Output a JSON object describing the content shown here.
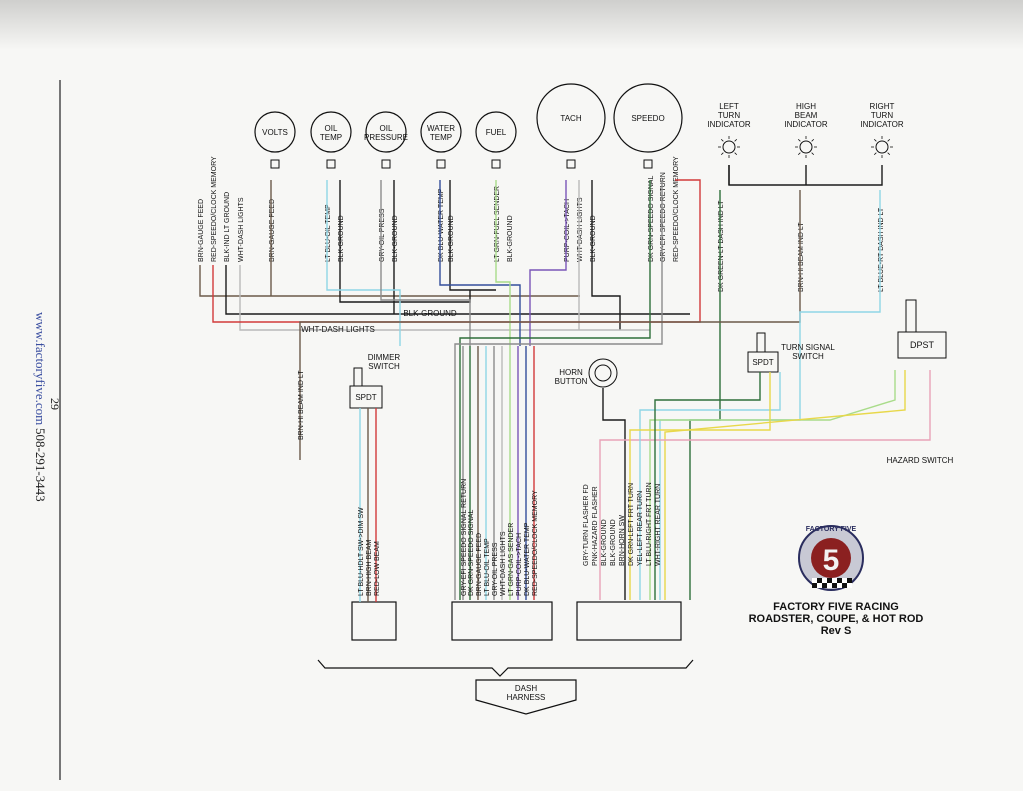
{
  "page": {
    "number": "29",
    "website": "www.factoryfive.com",
    "phone": "508-291-3443"
  },
  "gauges": [
    {
      "id": "volts",
      "label": [
        "VOLTS"
      ]
    },
    {
      "id": "oil-temp",
      "label": [
        "OIL",
        "TEMP"
      ]
    },
    {
      "id": "oil-pressure",
      "label": [
        "OIL",
        "PRESSURE"
      ]
    },
    {
      "id": "water-temp",
      "label": [
        "WATER",
        "TEMP"
      ]
    },
    {
      "id": "fuel",
      "label": [
        "FUEL"
      ]
    },
    {
      "id": "tach",
      "label": [
        "TACH"
      ]
    },
    {
      "id": "speedo",
      "label": [
        "SPEEDO"
      ]
    }
  ],
  "indicators": [
    {
      "id": "left-turn",
      "label": [
        "LEFT",
        "TURN",
        "INDICATOR"
      ]
    },
    {
      "id": "high-beam",
      "label": [
        "HIGH",
        "BEAM",
        "INDICATOR"
      ]
    },
    {
      "id": "right-turn",
      "label": [
        "RIGHT",
        "TURN",
        "INDICATOR"
      ]
    }
  ],
  "top_wires": [
    "BRN-GAUGE FEED",
    "RED-SPEEDO/CLOCK MEMORY",
    "BLK-IND LT GROUND",
    "WHT-DASH LIGHTS",
    "BRN-GAUGE FEED",
    "LT BLU-OIL TEMP",
    "BLK-GROUND",
    "GRY-OIL PRESS",
    "BLK-GROUND",
    "DK BLU-WATER TEMP",
    "BLK-GROUND",
    "LT GRN-FUEL SENDER",
    "BLK-GROUND",
    "PURP-COIL->TACH",
    "WHT-DASH LIGHTS",
    "BLK-GROUND",
    "DK GRN-SPEEDO SIGNAL",
    "GRY-EFI SPEEDO RETURN",
    "RED-SPEEDO/CLOCK MEMORY",
    "DK GREEN-LT DASH IND LT",
    "BRN-HI BEAM IND LT",
    "LT BLUE-RT DASH IND LT"
  ],
  "bus_labels": {
    "ground": "BLK-GROUND",
    "dash_lights": "WHT-DASH LIGHTS"
  },
  "switches": {
    "dimmer": {
      "title": [
        "DIMMER",
        "SWITCH"
      ],
      "type": "SPDT"
    },
    "turn_signal": {
      "title": [
        "TURN SIGNAL",
        "SWITCH"
      ],
      "type": "SPDT"
    },
    "hazard": {
      "title": "HAZARD SWITCH",
      "type": "DPST"
    },
    "horn": {
      "title": [
        "HORN",
        "BUTTON"
      ]
    }
  },
  "dimmer_side_label": "BRN-HI BEAM IND LT",
  "connector_left_wires": [
    "LT BLU-HDLT SW->DIM SW",
    "BRN-HIGH BEAM",
    "RED-LOW BEAM"
  ],
  "connector_mid_wires": [
    "GRY-EFI SPEEDO SIGNAL RETURN",
    "DK GRN-SPEEDO SIGNAL",
    "BRN-GAUGE FEED",
    "LT BLU-OIL TEMP",
    "GRY-OIL PRESS",
    "WHT-DASH LIGHTS",
    "LT GRN-GAS SENDER",
    "PURP-COIL->TACH",
    "DK BLU-WATER TEMP",
    "RED-SPEEDO/CLOCK MEMORY"
  ],
  "connector_right_wires": [
    "GRY-TURN FLASHER FD",
    "PNK-HAZARD FLASHER",
    "BLK-GROUND",
    "BLK-GROUND",
    "BRN-HORN SW",
    "DK GRN-LEFT FRT TURN",
    "YEL-LEFT REAR TURN",
    "LT BLU-RIGHT FRT TURN",
    "WHT-RIGHT REAR TURN"
  ],
  "harness_label": [
    "DASH",
    "HARNESS"
  ],
  "logo": {
    "line1": "FACTORY FIVE",
    "digit": "5"
  },
  "title_block": [
    "FACTORY FIVE RACING",
    "ROADSTER, COUPE, & HOT ROD",
    "Rev S"
  ],
  "colors": {
    "blk": "#1c1c1c",
    "brn": "#6b5a4a",
    "red": "#d23a3a",
    "wht": "#b9b9b9",
    "ltblu": "#8fd6e6",
    "dkgrn": "#2f6f3a",
    "ltgrn": "#a9dc8a",
    "purp": "#7a56b8",
    "yel": "#e8d84a",
    "pnk": "#e9a3b8",
    "gry": "#8c8c8c",
    "dkblu": "#344f9b"
  }
}
